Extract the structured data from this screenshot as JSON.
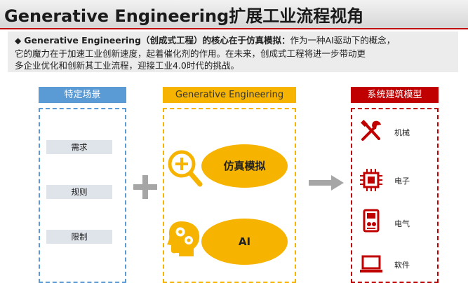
{
  "page": {
    "title": "Generative Engineering扩展工业流程视角"
  },
  "description": {
    "bullet": "◆",
    "lead": "Generative Engineering（创成式工程）的核心在于仿真模拟：",
    "line1_rest": "作为一种AI驱动下的概念，",
    "line2": "它的魔力在于加速工业创新速度，起着催化剂的作用。在未来，创成式工程将进一步带动更",
    "line3": "多企业优化和创新其工业流程，迎接工业4.0时代的挑战。"
  },
  "columns": {
    "scene": {
      "header": "特定场景",
      "items": [
        "需求",
        "规则",
        "限制"
      ]
    },
    "ge": {
      "header": "Generative Engineering",
      "items": [
        "仿真模拟",
        "AI"
      ]
    },
    "system": {
      "header": "系统建筑模型",
      "items": [
        "机械",
        "电子",
        "电气",
        "软件"
      ]
    }
  },
  "icons": {
    "plus": "plus-icon",
    "arrow": "right-arrow-icon",
    "ge": [
      "magnifier-plus-icon",
      "head-gears-icon"
    ],
    "system": [
      "tools-icon",
      "chip-icon",
      "meter-icon",
      "laptop-icon"
    ]
  },
  "colors": {
    "blue": "#5b9bd5",
    "yellow": "#f6b400",
    "red": "#c00000",
    "gray": "#a6a6a6"
  }
}
